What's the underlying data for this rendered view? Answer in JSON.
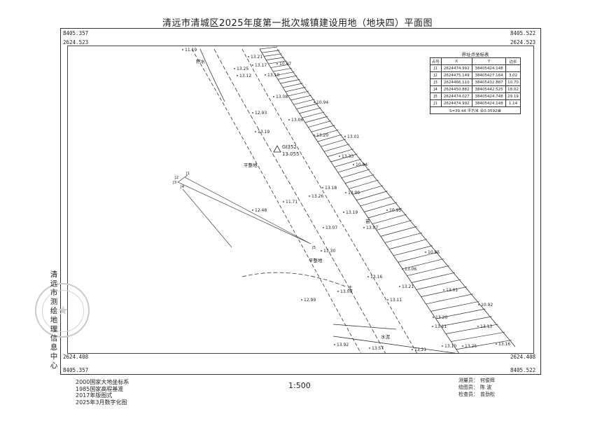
{
  "title": "清远市清城区2025年度第一批次城镇建设用地（地块四）平面图",
  "corners": {
    "tl_x": "8405.357",
    "tl_y": "2624.523",
    "tr_x": "8405.522",
    "tr_y": "2624.523",
    "bl_y": "2624.408",
    "bl_x": "8405.357",
    "br_y": "2624.408",
    "br_x": "8405.522"
  },
  "coord_table": {
    "caption": "界址点坐标表",
    "headers": [
      "点号",
      "X",
      "Y",
      "边长"
    ],
    "rows": [
      {
        "pt": "J1",
        "x": "2624474.992",
        "y": "38405424.148",
        "len": ""
      },
      {
        "pt": "J2",
        "x": "2624475.149",
        "y": "38405427.164",
        "len": "3.02"
      },
      {
        "pt": "J3",
        "x": "2624466.110",
        "y": "38405432.887",
        "len": "10.70"
      },
      {
        "pt": "J4",
        "x": "2624450.882",
        "y": "38405442.525",
        "len": "18.02"
      },
      {
        "pt": "J5",
        "x": "2624474.027",
        "y": "38405424.748",
        "len": "29.19"
      },
      {
        "pt": "J1",
        "x": "2624474.992",
        "y": "38405424.148",
        "len": "1.14"
      }
    ],
    "area": "S=39.44 平方米 合0.0592亩"
  },
  "map_labels": {
    "control_point": "GI352",
    "control_elev": "13.055",
    "pingzhengdi": "平整地",
    "jishui": "积水",
    "shuini": "水泥",
    "tu": "土",
    "zhi": "苗",
    "jiqiu": "J5"
  },
  "elevations": [
    "11.19",
    "13.21",
    "13.17",
    "13.25",
    "13.12",
    "13.10",
    "10.97",
    "13.08",
    "10.94",
    "12.93",
    "13.06",
    "13.19",
    "13.20",
    "13.01",
    "13.33",
    "10.94",
    "13.18",
    "13.00",
    "13.26",
    "11.71",
    "12.48",
    "13.19",
    "10.95",
    "13.07",
    "13.07",
    "13.30",
    "10.95",
    "13.06",
    "13.21",
    "13.16",
    "13.09",
    "13.01",
    "12.99",
    "13.11",
    "10.92",
    "13.20",
    "13.11",
    "13.13",
    "13.16",
    "13.92",
    "13.57",
    "13.21",
    "13.10",
    "13.25"
  ],
  "parcel_points": [
    "J1",
    "J2",
    "J3",
    "J4",
    "J5"
  ],
  "organization": "清远市测绘地理信息中心",
  "notes": [
    "2000国家大地坐标系",
    "1985国家高程基准",
    "2017年版图式",
    "2025年3月数字化图"
  ],
  "scale": "1:500",
  "staff": {
    "surveyor_label": "测量员：",
    "surveyor": "何俊辉",
    "drafter_label": "绘图员：",
    "drafter": "陈 波",
    "checker_label": "检查员：",
    "checker": "曾劲松"
  }
}
